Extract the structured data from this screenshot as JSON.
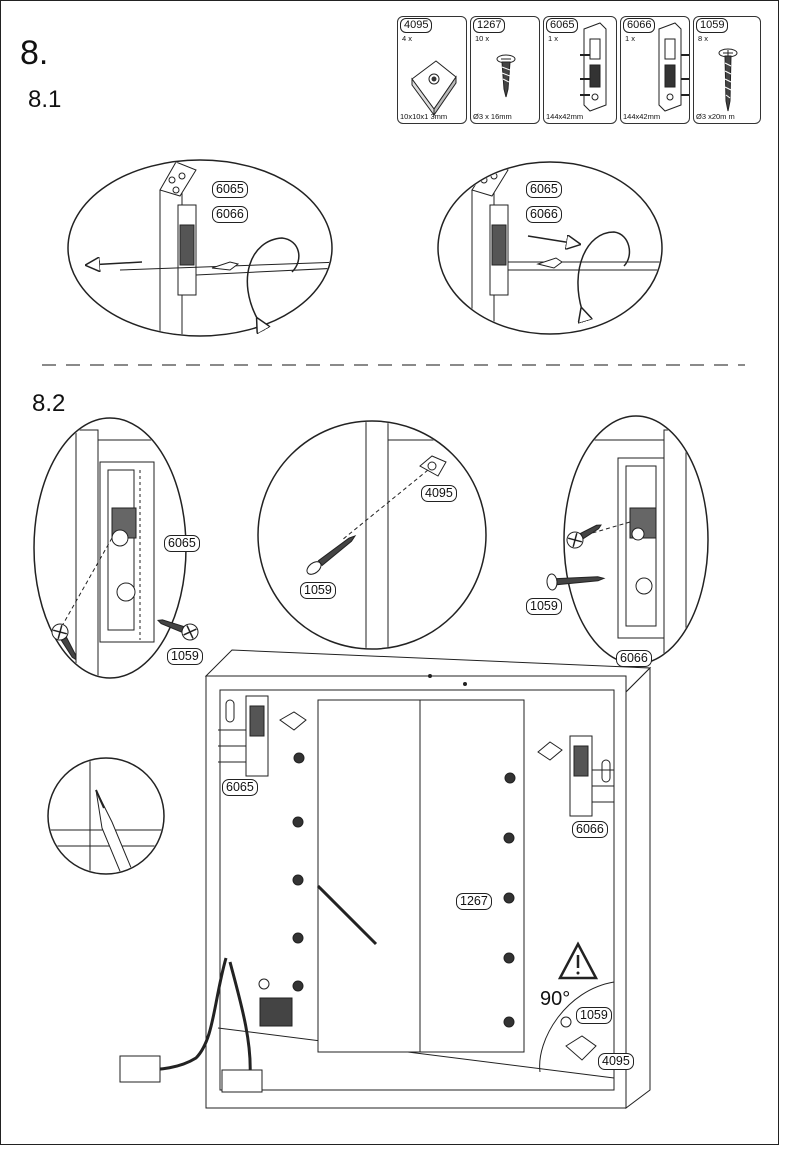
{
  "step": "8.",
  "substeps": {
    "s1": "8.1",
    "s2": "8.2"
  },
  "parts": [
    {
      "code": "4095",
      "qty": "4 x",
      "dim": "10x10x1 3mm",
      "icon": "corner-block-icon"
    },
    {
      "code": "1267",
      "qty": "10 x",
      "dim": "Ø3 x 16mm",
      "icon": "short-screw-icon"
    },
    {
      "code": "6065",
      "qty": "1 x",
      "dim": "144x42mm",
      "icon": "hinge-bracket-icon"
    },
    {
      "code": "6066",
      "qty": "1 x",
      "dim": "144x42mm",
      "icon": "hinge-bracket-icon"
    },
    {
      "code": "1059",
      "qty": "8 x",
      "dim": "Ø3 x20m m",
      "icon": "long-screw-icon"
    }
  ],
  "labels": {
    "d1_a": "6065",
    "d1_b": "6066",
    "d2_a": "6065",
    "d2_b": "6066",
    "d3_bracket": "6065",
    "d3_screw": "1059",
    "d4_block": "4095",
    "d4_screw": "1059",
    "d5_screw": "1059",
    "d5_bracket": "6066",
    "cab_left": "6065",
    "cab_right": "6066",
    "cab_screw": "1267",
    "cab_long_screw": "1059",
    "cab_block": "4095",
    "angle": "90°"
  }
}
